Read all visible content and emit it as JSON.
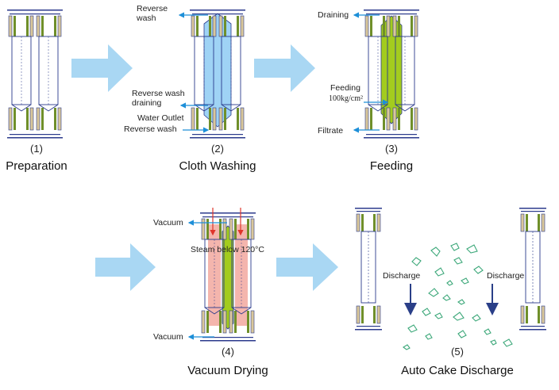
{
  "colors": {
    "arrow": "#a9d7f3",
    "outline": "#2b3a8c",
    "rib_green": "#6f8f2a",
    "rib_tan": "#d9c79a",
    "wash": "#9fd3f5",
    "cake": "#a3cc1e",
    "steam": "#f4b5ad",
    "flow": "#1d8fd8",
    "steam_arrow": "#e0352b",
    "discharge_arrow": "#2a3f88",
    "fragment": "#3da87a"
  },
  "steps": [
    {
      "num": "(1)",
      "caption": "Preparation"
    },
    {
      "num": "(2)",
      "caption": "Cloth Washing",
      "labels": {
        "reverse_wash_top": [
          "Reverse",
          "wash"
        ],
        "reverse_wash_draining": [
          "Reverse wash",
          "draining"
        ],
        "water_outlet": "Water Outlet",
        "reverse_wash": "Reverse wash"
      }
    },
    {
      "num": "(3)",
      "caption": "Feeding",
      "labels": {
        "draining": "Draining",
        "feeding": "Feeding",
        "pressure": "100kg/cm²",
        "filtrate": "Filtrate"
      }
    },
    {
      "num": "(4)",
      "caption": "Vacuum Drying",
      "labels": {
        "vacuum_top": "Vacuum",
        "steam": "Steam below 120°C",
        "vacuum_bottom": "Vacuum"
      }
    },
    {
      "num": "(5)",
      "caption": "Auto Cake Discharge",
      "labels": {
        "discharge_left": "Discharge",
        "discharge_right": "Discharge"
      }
    }
  ]
}
